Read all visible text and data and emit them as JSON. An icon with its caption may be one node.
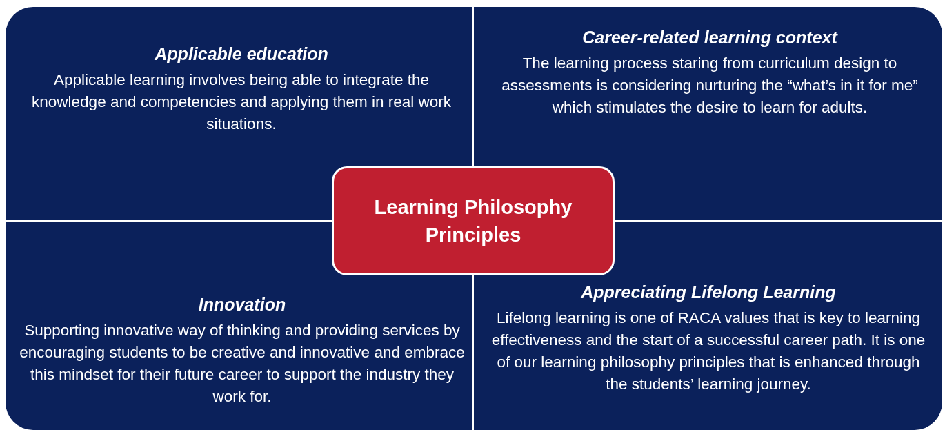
{
  "diagram": {
    "nodes": [
      {
        "text": [
          "Applicable education",
          "Applicable learning involves being able to integrate the knowledge and competencies and applying them in real work situations."
        ]
      },
      {
        "text": [
          "Career-related learning context",
          "The learning process staring from curriculum design to assessments is considering nurturing the “what’s in it for me” which stimulates the desire to learn for adults."
        ]
      },
      {
        "text": [
          "Learning Philosophy Principles"
        ]
      },
      {
        "text": [
          "Innovation",
          "Supporting innovative way of thinking and providing services by encouraging students to be creative and innovative and embrace this mindset for their future career to support the industry they work for."
        ]
      },
      {
        "text": [
          "Appreciating Lifelong Learning",
          "Lifelong learning is one of RACA values that is key to learning effectiveness and the start of a successful career path. It is one of our learning philosophy principles that is enhanced through the students’ learning journey."
        ]
      }
    ]
  }
}
